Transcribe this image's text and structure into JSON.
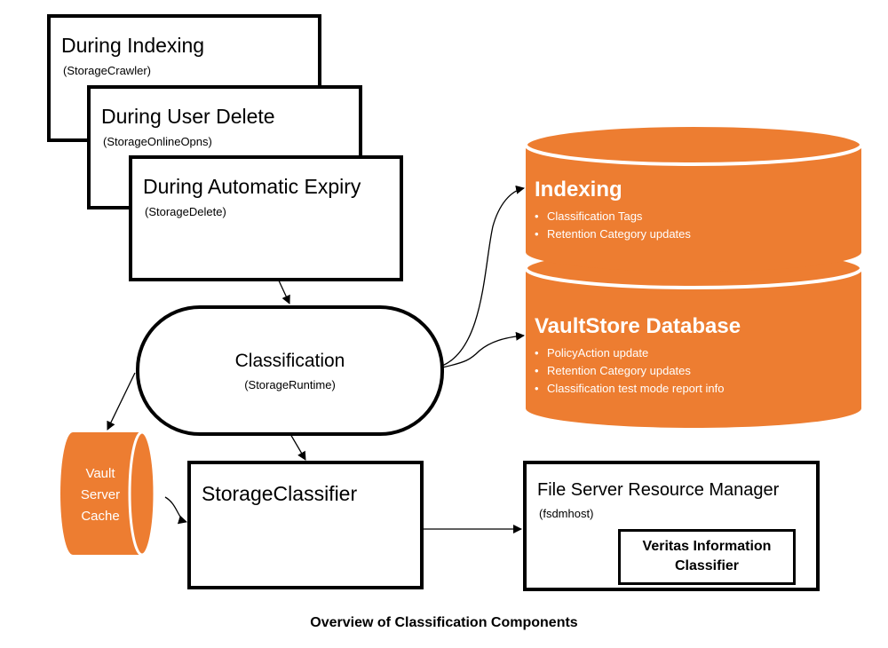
{
  "caption": "Overview of Classification Components",
  "colors": {
    "accent": "#ED7D31",
    "line": "#000000",
    "box_fill": "#FFFFFF"
  },
  "sources": [
    {
      "title": "During Indexing",
      "subtitle": "(StorageCrawler)"
    },
    {
      "title": "During User Delete",
      "subtitle": "(StorageOnlineOpns)"
    },
    {
      "title": "During Automatic Expiry",
      "subtitle": "(StorageDelete)"
    }
  ],
  "classification": {
    "title": "Classification",
    "subtitle": "(StorageRuntime)"
  },
  "indexing_db": {
    "title": "Indexing",
    "bullets": [
      "Classification Tags",
      "Retention Category updates"
    ]
  },
  "vaultstore_db": {
    "title": "VaultStore Database",
    "bullets": [
      "PolicyAction update",
      "Retention Category updates",
      "Classification test mode report info"
    ]
  },
  "cache": {
    "lines": [
      "Vault",
      "Server",
      "Cache"
    ]
  },
  "storage_classifier": {
    "title": "StorageClassifier"
  },
  "fsrm": {
    "title": "File Server Resource Manager",
    "subtitle": "(fsdmhost)",
    "inner_lines": [
      "Veritas Information",
      "Classifier"
    ]
  }
}
